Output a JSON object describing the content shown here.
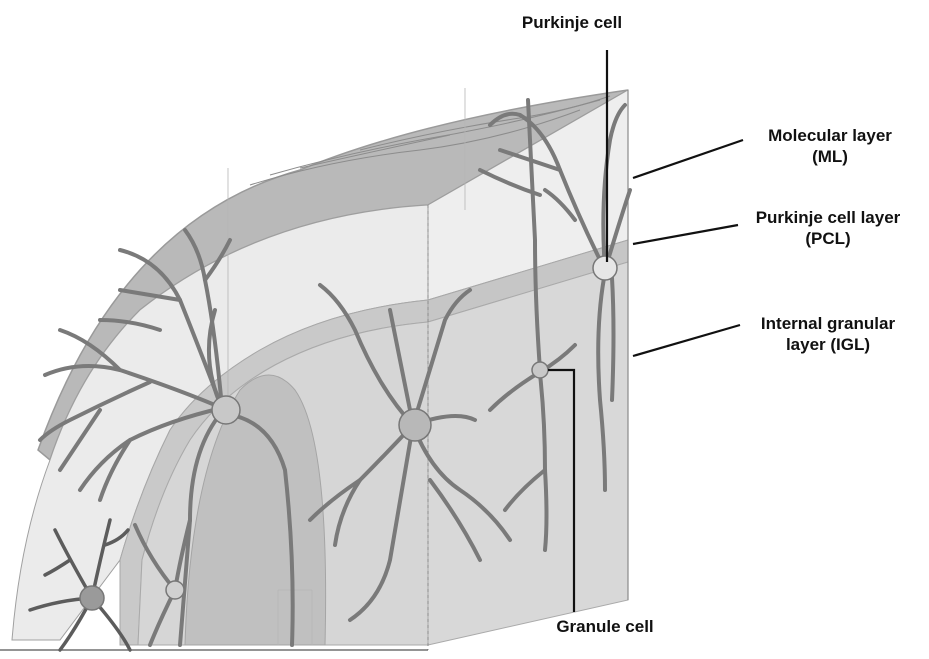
{
  "labels": {
    "purkinje_cell": "Purkinje cell",
    "molecular_layer": [
      "Molecular layer",
      "(ML)"
    ],
    "purkinje_cell_layer": [
      "Purkinje cell layer",
      "(PCL)"
    ],
    "internal_granular_layer": [
      "Internal granular",
      "layer (IGL)"
    ],
    "granule_cell": "Granule cell"
  },
  "colors": {
    "background": "#ffffff",
    "label_text": "#111111",
    "leader_line": "#111111",
    "molecular_layer": "#e9e9e9",
    "purkinje_cell_layer": "#c7c7c7",
    "internal_granular_layer": "#d5d5d5",
    "folium_core": "#c2c2c2",
    "neuron": "#7a7a7a",
    "neuron_dark": "#5c5c5c"
  }
}
